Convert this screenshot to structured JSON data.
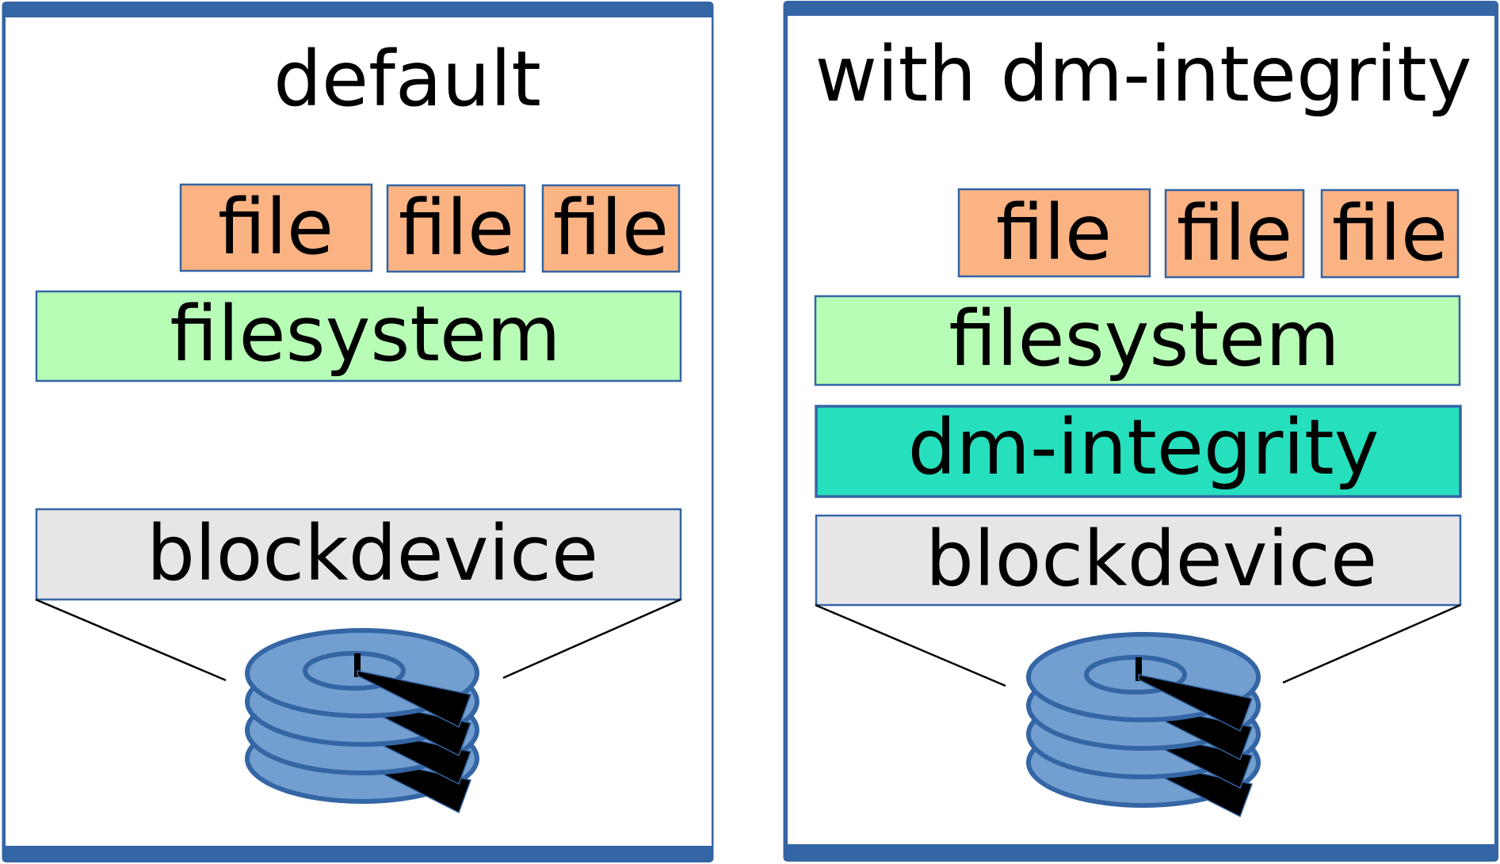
{
  "colors": {
    "frame": "#3465a4",
    "file": "#fbb383",
    "filesystem": "#b7fdb6",
    "dm_integrity": "#26dfbd",
    "blockdevice": "#e6e6e6",
    "platter_fill": "#729fcf",
    "platter_stroke": "#3465a4"
  },
  "panels": [
    {
      "title": "default",
      "files": [
        "file",
        "file",
        "file"
      ],
      "filesystem": "filesystem",
      "blockdevice": "blockdevice",
      "disk_icon": "hard-disk-icon"
    },
    {
      "title": "with dm-integrity",
      "files": [
        "file",
        "file",
        "file"
      ],
      "filesystem": "filesystem",
      "dm_integrity": "dm-integrity",
      "blockdevice": "blockdevice",
      "disk_icon": "hard-disk-icon"
    }
  ]
}
